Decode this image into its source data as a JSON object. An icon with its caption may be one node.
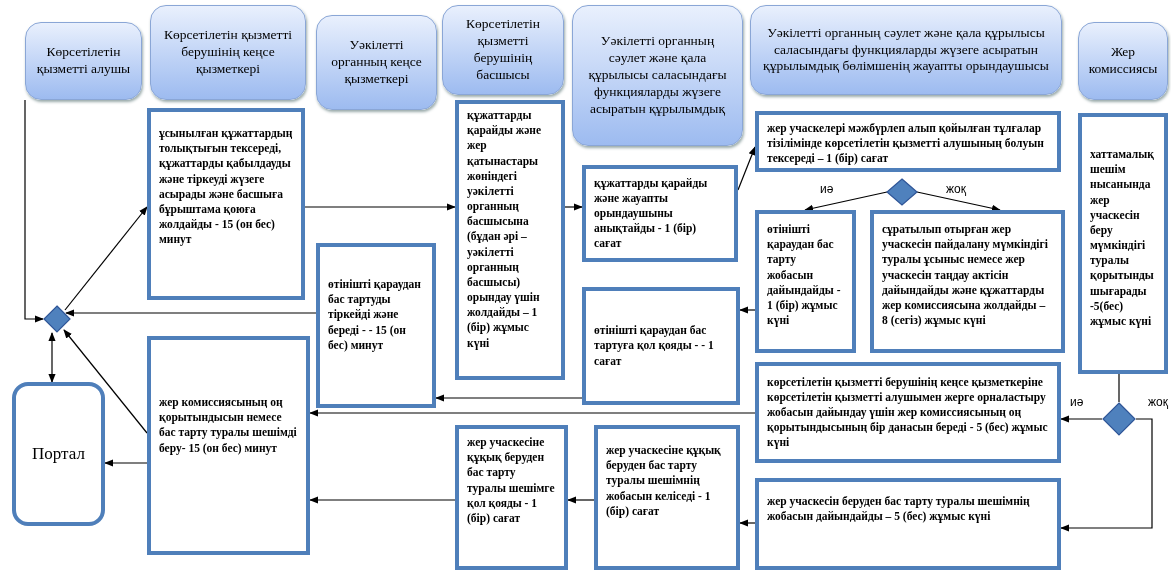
{
  "diagram": {
    "nodes": [
      {
        "text": [
          "Көрсетілетін қызметті алушы"
        ]
      },
      {
        "text": [
          "Көрсетілетін қызметті берушінің кеңсе қызметкері"
        ]
      },
      {
        "text": [
          "Уәкілетті органның кеңсе қызметкері"
        ]
      },
      {
        "text": [
          "Көрсетілетін қызметті берушінің басшысы"
        ]
      },
      {
        "text": [
          "Уәкілетті органның сәулет және қала құрылысы саласындағы функцияларды жүзеге асыратын құрылымдық"
        ]
      },
      {
        "text": [
          "Уәкілетті органның сәулет және қала құрылысы саласындағы функцияларды жүзеге асыратын құрылымдық бөлімшенің жауапты орындаушысы"
        ]
      },
      {
        "text": [
          "Жер комиссиясы"
        ]
      },
      {
        "text": [
          "ұсынылған құжаттардың толықтығын тексереді, құжаттарды қабылдауды және тіркеуді жүзеге асырады және басшыға бұрыштама қоюға жолдайды - 15 (он бес) минут"
        ]
      },
      {
        "text": [
          "өтінішті қараудан бас тартуды тіркейді және береді - - 15 (он бес) минут"
        ]
      },
      {
        "text": [
          "құжаттарды қарайды және жер қатынастары жөніндегі уәкілетті органның басшысына (бұдан әрі – уәкілетті органның басшысы) орындау үшін жолдайды – 1 (бір) жұмыс күні"
        ]
      },
      {
        "text": [
          "құжаттарды қарайды және жауапты орындаушыны анықтайды - 1 (бір) сағат"
        ]
      },
      {
        "text": [
          "жер учаскелері мәжбүрлеп алып қойылған тұлғалар тізілімінде көрсетілетін қызметті алушының болуын тексереді – 1 (бір) сағат"
        ]
      },
      {
        "text": [],
        "shape": "diamond"
      },
      {
        "text": [
          "өтінішті қараудан бас тарту жобасын дайындайды - 1 (бір) жұмыс күні"
        ]
      },
      {
        "text": [
          "сұратылып отырған жер учаскесін пайдалану мүмкіндігі туралы ұсыныс немесе жер учаскесін таңдау актісін дайындайды және құжаттарды жер комиссиясына жолдайды – 8 (сегіз) жұмыс күні"
        ]
      },
      {
        "text": [
          "хаттамалық шешім нысанында жер учаскесін беру мүмкіндігі туралы қорытынды шығарады -5(бес) жұмыс күні"
        ]
      },
      {
        "text": [
          "өтінішті қараудан бас тартуға қол қояды - - 1 сағат"
        ]
      },
      {
        "text": [
          "көрсетілетін қызметті берушінің кеңсе қызметкеріне көрсетілетін қызметті алушымен жерге орналастыру жобасын дайындау үшін жер комиссиясының оң қорытындысының бір данасын береді - 5 (бес) жұмыс күні"
        ]
      },
      {
        "text": [],
        "shape": "diamond"
      },
      {
        "text": [
          "жер учаскесін беруден бас тарту туралы шешімнің жобасын дайындайды – 5 (бес) жұмыс күні"
        ]
      },
      {
        "text": [
          "жер учаскесіне құқық беруден бас тарту туралы шешімнің жобасын келіседі - 1 (бір) сағат"
        ]
      },
      {
        "text": [
          "жер учаскесіне құқық беруден бас тарту туралы шешімге қол қояды - 1 (бір) сағат"
        ]
      },
      {
        "text": [
          "жер комиссиясының оң қорытындысын немесе бас тарту туралы шешімді беру- 15 (он бес) минут"
        ]
      },
      {
        "text": [],
        "shape": "diamond"
      },
      {
        "text": [
          "Портал"
        ]
      }
    ],
    "edges": [
      {
        "from": 0,
        "to": 23,
        "arrow": "to"
      },
      {
        "from": 23,
        "to": 7,
        "arrow": "to"
      },
      {
        "from": 7,
        "to": 9,
        "arrow": "to"
      },
      {
        "from": 9,
        "to": 10,
        "arrow": "to"
      },
      {
        "from": 10,
        "to": 11,
        "arrow": "to"
      },
      {
        "from": 12,
        "to": 13,
        "arrow": "to",
        "label": "иә"
      },
      {
        "from": 12,
        "to": 14,
        "arrow": "to",
        "label": "жоқ"
      },
      {
        "from": 13,
        "to": 16,
        "arrow": "to"
      },
      {
        "from": 16,
        "to": 8,
        "arrow": "to"
      },
      {
        "from": 8,
        "to": 23,
        "arrow": "to"
      },
      {
        "from": 15,
        "to": 18,
        "arrow": "none"
      },
      {
        "from": 18,
        "to": 17,
        "arrow": "to",
        "label": "иә"
      },
      {
        "from": 18,
        "to": 19,
        "arrow": "to",
        "label": "жоқ"
      },
      {
        "from": 17,
        "to": 22,
        "arrow": "to"
      },
      {
        "from": 19,
        "to": 20,
        "arrow": "to"
      },
      {
        "from": 20,
        "to": 21,
        "arrow": "to"
      },
      {
        "from": 21,
        "to": 22,
        "arrow": "to"
      },
      {
        "from": 22,
        "to": 23,
        "arrow": "to"
      },
      {
        "from": 22,
        "to": 24,
        "arrow": "to"
      },
      {
        "from": 23,
        "to": 24,
        "arrow": "both"
      }
    ]
  }
}
